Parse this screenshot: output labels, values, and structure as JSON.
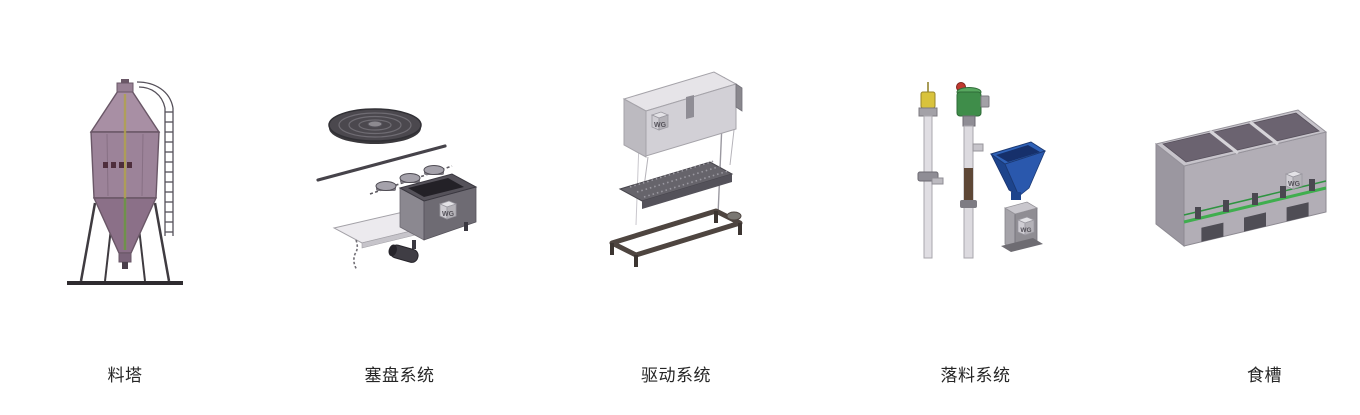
{
  "logo": {
    "text": "WG"
  },
  "products": [
    {
      "id": "feed-tower",
      "label": "料塔",
      "illustration": "feed-tower-silo"
    },
    {
      "id": "plug-disc-system",
      "label": "塞盘系统",
      "illustration": "disc-chain-and-feeder-unit"
    },
    {
      "id": "drive-system",
      "label": "驱动系统",
      "illustration": "drive-unit-exploded-view"
    },
    {
      "id": "drop-feed-system",
      "label": "落料系统",
      "illustration": "drop-tubes-motor-and-hopper"
    },
    {
      "id": "feed-trough",
      "label": "食槽",
      "illustration": "feed-trough-box"
    }
  ],
  "colors": {
    "background": "#ffffff",
    "label_text": "#262626",
    "silo_body": "#9c8399",
    "silo_roof": "#a88fa4",
    "silo_outline": "#6a5767",
    "steel_dark": "#4b484e",
    "steel_mid": "#8f8d95",
    "steel_light": "#d2d0d6",
    "plate_white": "#eceaee",
    "frame_brown": "#4e4540",
    "motor_green": "#3f8d4a",
    "knob_red": "#c0392f",
    "sensor_yellow": "#d9c33c",
    "hopper_blue": "#2a58ad",
    "trough_gray": "#b2aeb6",
    "trough_interior": "#6b6370",
    "accent_green": "#3fae4e"
  }
}
